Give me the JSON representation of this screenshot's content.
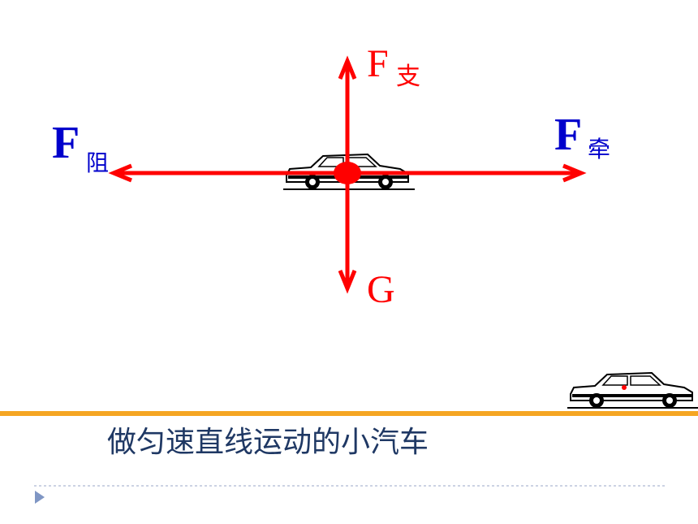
{
  "colors": {
    "force_arrow": "#ff0000",
    "vertical_label": "#ff0000",
    "horizontal_label": "#0000cc",
    "caption": "#1f3864",
    "ground_line": "#f5a623",
    "dotted_line": "#9aa7c7",
    "bullet": "#7f96c4"
  },
  "forces": {
    "up": {
      "main": "F",
      "sub": "支"
    },
    "left": {
      "main": "F",
      "sub": "阻"
    },
    "right": {
      "main": "F",
      "sub": "牵"
    },
    "down": {
      "main": "G"
    }
  },
  "caption": "做匀速直线运动的小汽车",
  "icons": {
    "center_car": "car-icon",
    "moving_car": "car-icon",
    "bullet": "triangle-right-icon"
  }
}
